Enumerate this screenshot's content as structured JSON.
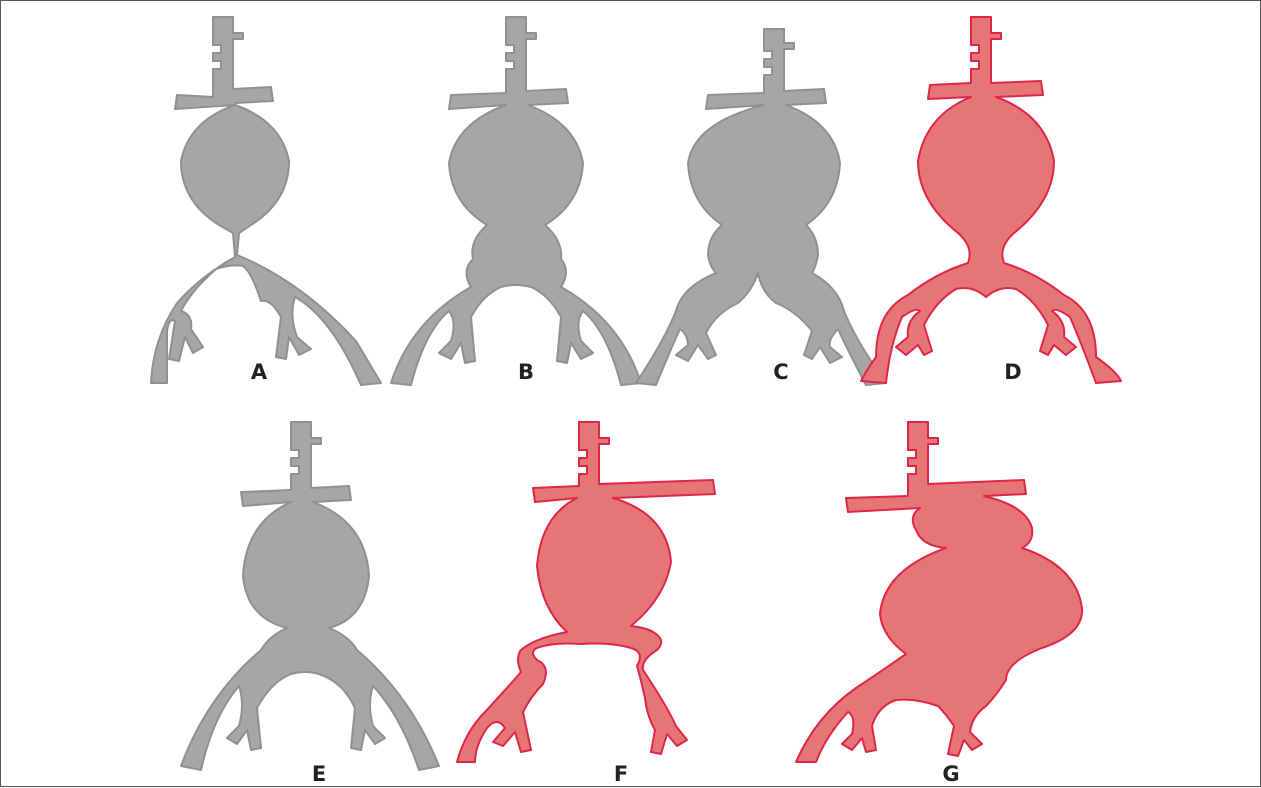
{
  "palette": {
    "normal_fill": "#a5a6a5",
    "normal_stroke": "#8f908f",
    "highlight_fill": "#e67676",
    "highlight_stroke": "#dd2648"
  },
  "panels": [
    {
      "label": "A",
      "variant": "A",
      "highlighted": false
    },
    {
      "label": "B",
      "variant": "B",
      "highlighted": false
    },
    {
      "label": "C",
      "variant": "C",
      "highlighted": false
    },
    {
      "label": "D",
      "variant": "D",
      "highlighted": true
    },
    {
      "label": "E",
      "variant": "E",
      "highlighted": false
    },
    {
      "label": "F",
      "variant": "F",
      "highlighted": true
    },
    {
      "label": "G",
      "variant": "G",
      "highlighted": true
    }
  ]
}
